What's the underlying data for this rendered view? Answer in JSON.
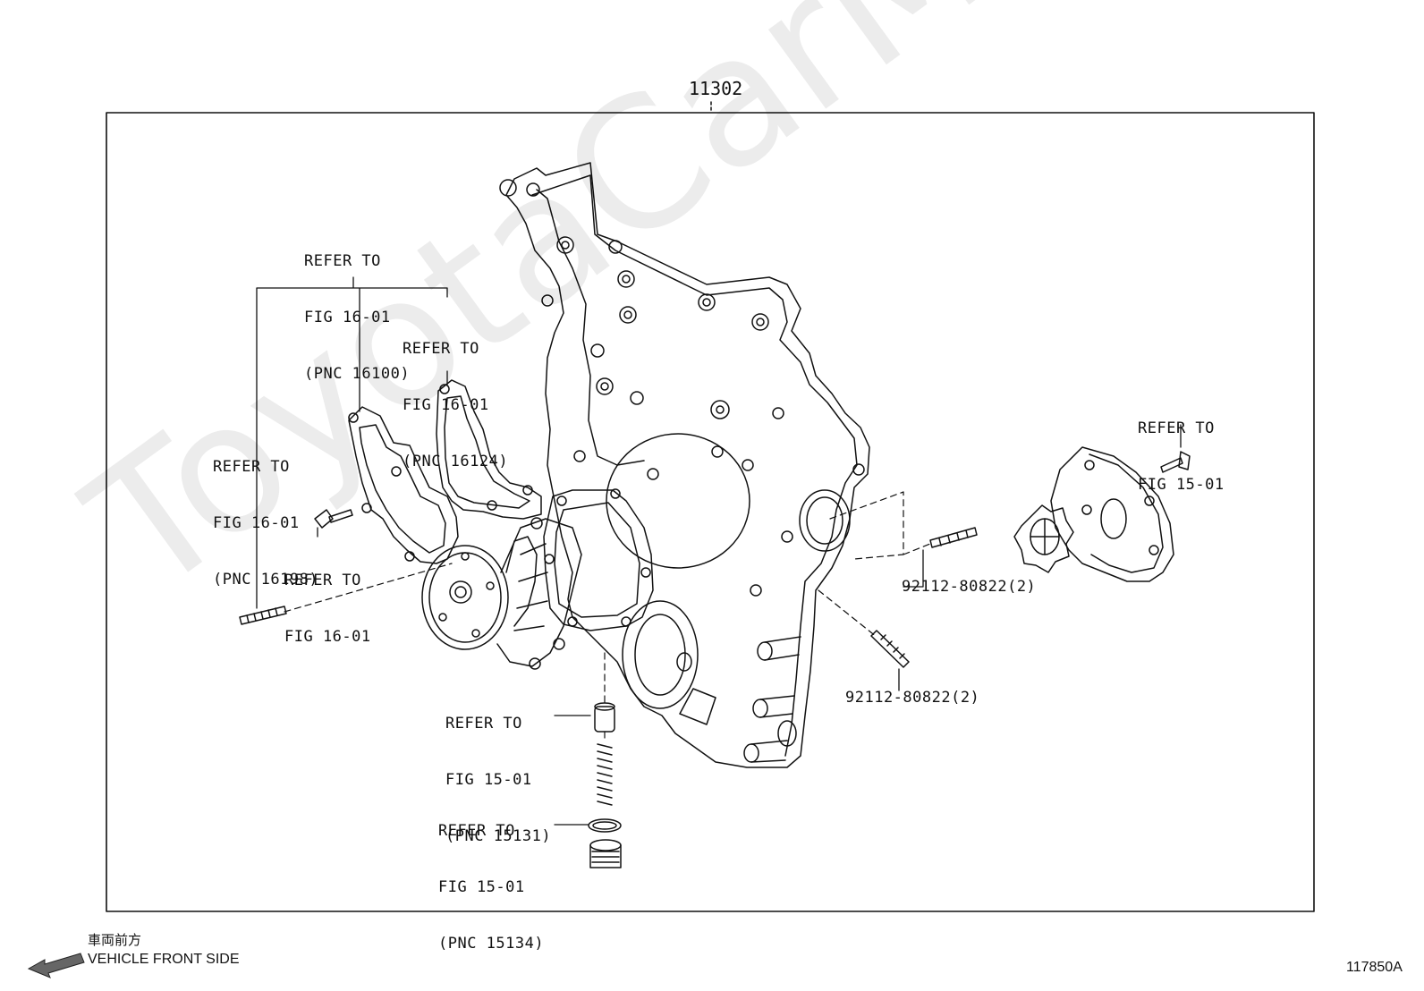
{
  "diagram": {
    "group_number": "11302",
    "callouts": [
      {
        "id": "refer-16100",
        "lines": [
          "REFER TO",
          "FIG 16-01",
          "(PNC 16100)"
        ]
      },
      {
        "id": "refer-16124",
        "lines": [
          "REFER TO",
          "FIG 16-01",
          "(PNC 16124)"
        ]
      },
      {
        "id": "refer-16198",
        "lines": [
          "REFER TO",
          "FIG 16-01",
          "(PNC 16198)"
        ]
      },
      {
        "id": "refer-16-01",
        "lines": [
          "REFER TO",
          "FIG 16-01"
        ]
      },
      {
        "id": "refer-15-01",
        "lines": [
          "REFER TO",
          "FIG 15-01"
        ]
      },
      {
        "id": "refer-15131",
        "lines": [
          "REFER TO",
          "FIG 15-01",
          "(PNC 15131)"
        ]
      },
      {
        "id": "refer-15134",
        "lines": [
          "REFER TO",
          "FIG 15-01",
          "(PNC 15134)"
        ]
      }
    ],
    "part_labels": [
      "92112-80822(2)",
      "92112-80822(2)"
    ],
    "watermark": "ToyotaCarMine.ru"
  },
  "footer": {
    "front_side_jp": "車両前方",
    "front_side_en": "VEHICLE FRONT SIDE",
    "illustration_id": "117850A"
  }
}
